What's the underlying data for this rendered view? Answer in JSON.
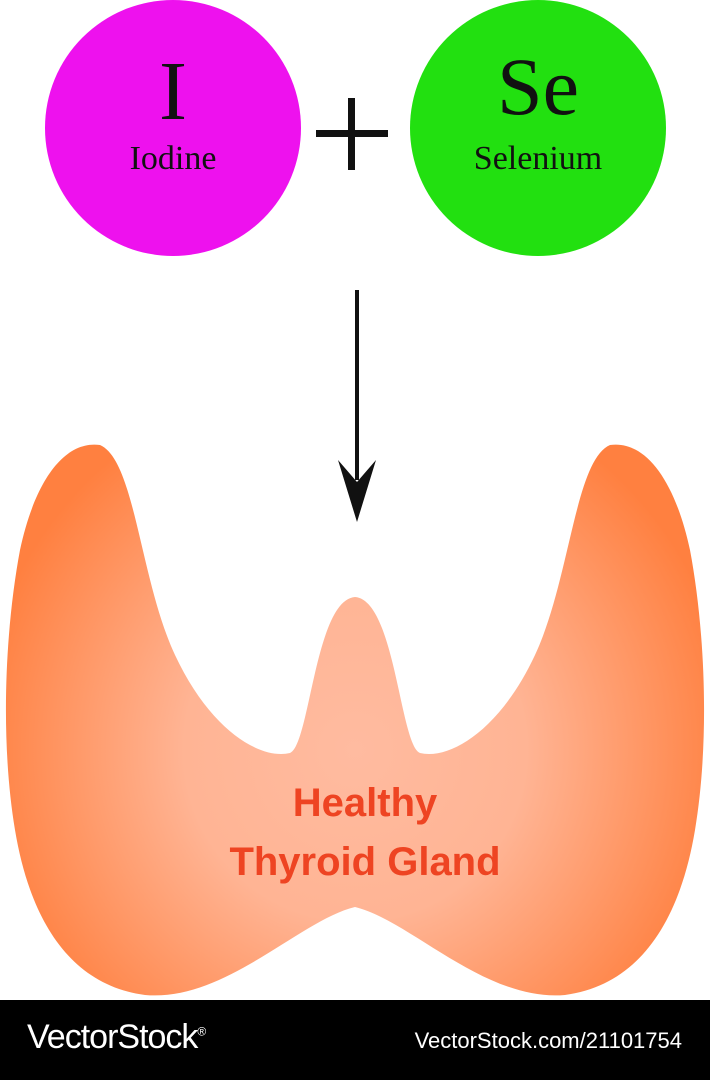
{
  "elements": [
    {
      "symbol": "I",
      "name": "Iodine",
      "color": "#ee11ee"
    },
    {
      "symbol": "Se",
      "name": "Selenium",
      "color": "#22e010"
    }
  ],
  "combiner": "+",
  "result": {
    "line1": "Healthy",
    "line2": "Thyroid Gland",
    "label_color": "#ee4422",
    "gland_edge_color": "#ff8040",
    "gland_center_color": "#ffbba0",
    "gland_icon": "thyroid-gland-icon"
  },
  "watermark": {
    "brand": "VectorStock",
    "brand_suffix": "®",
    "id_text": "VectorStock.com/21101754"
  }
}
